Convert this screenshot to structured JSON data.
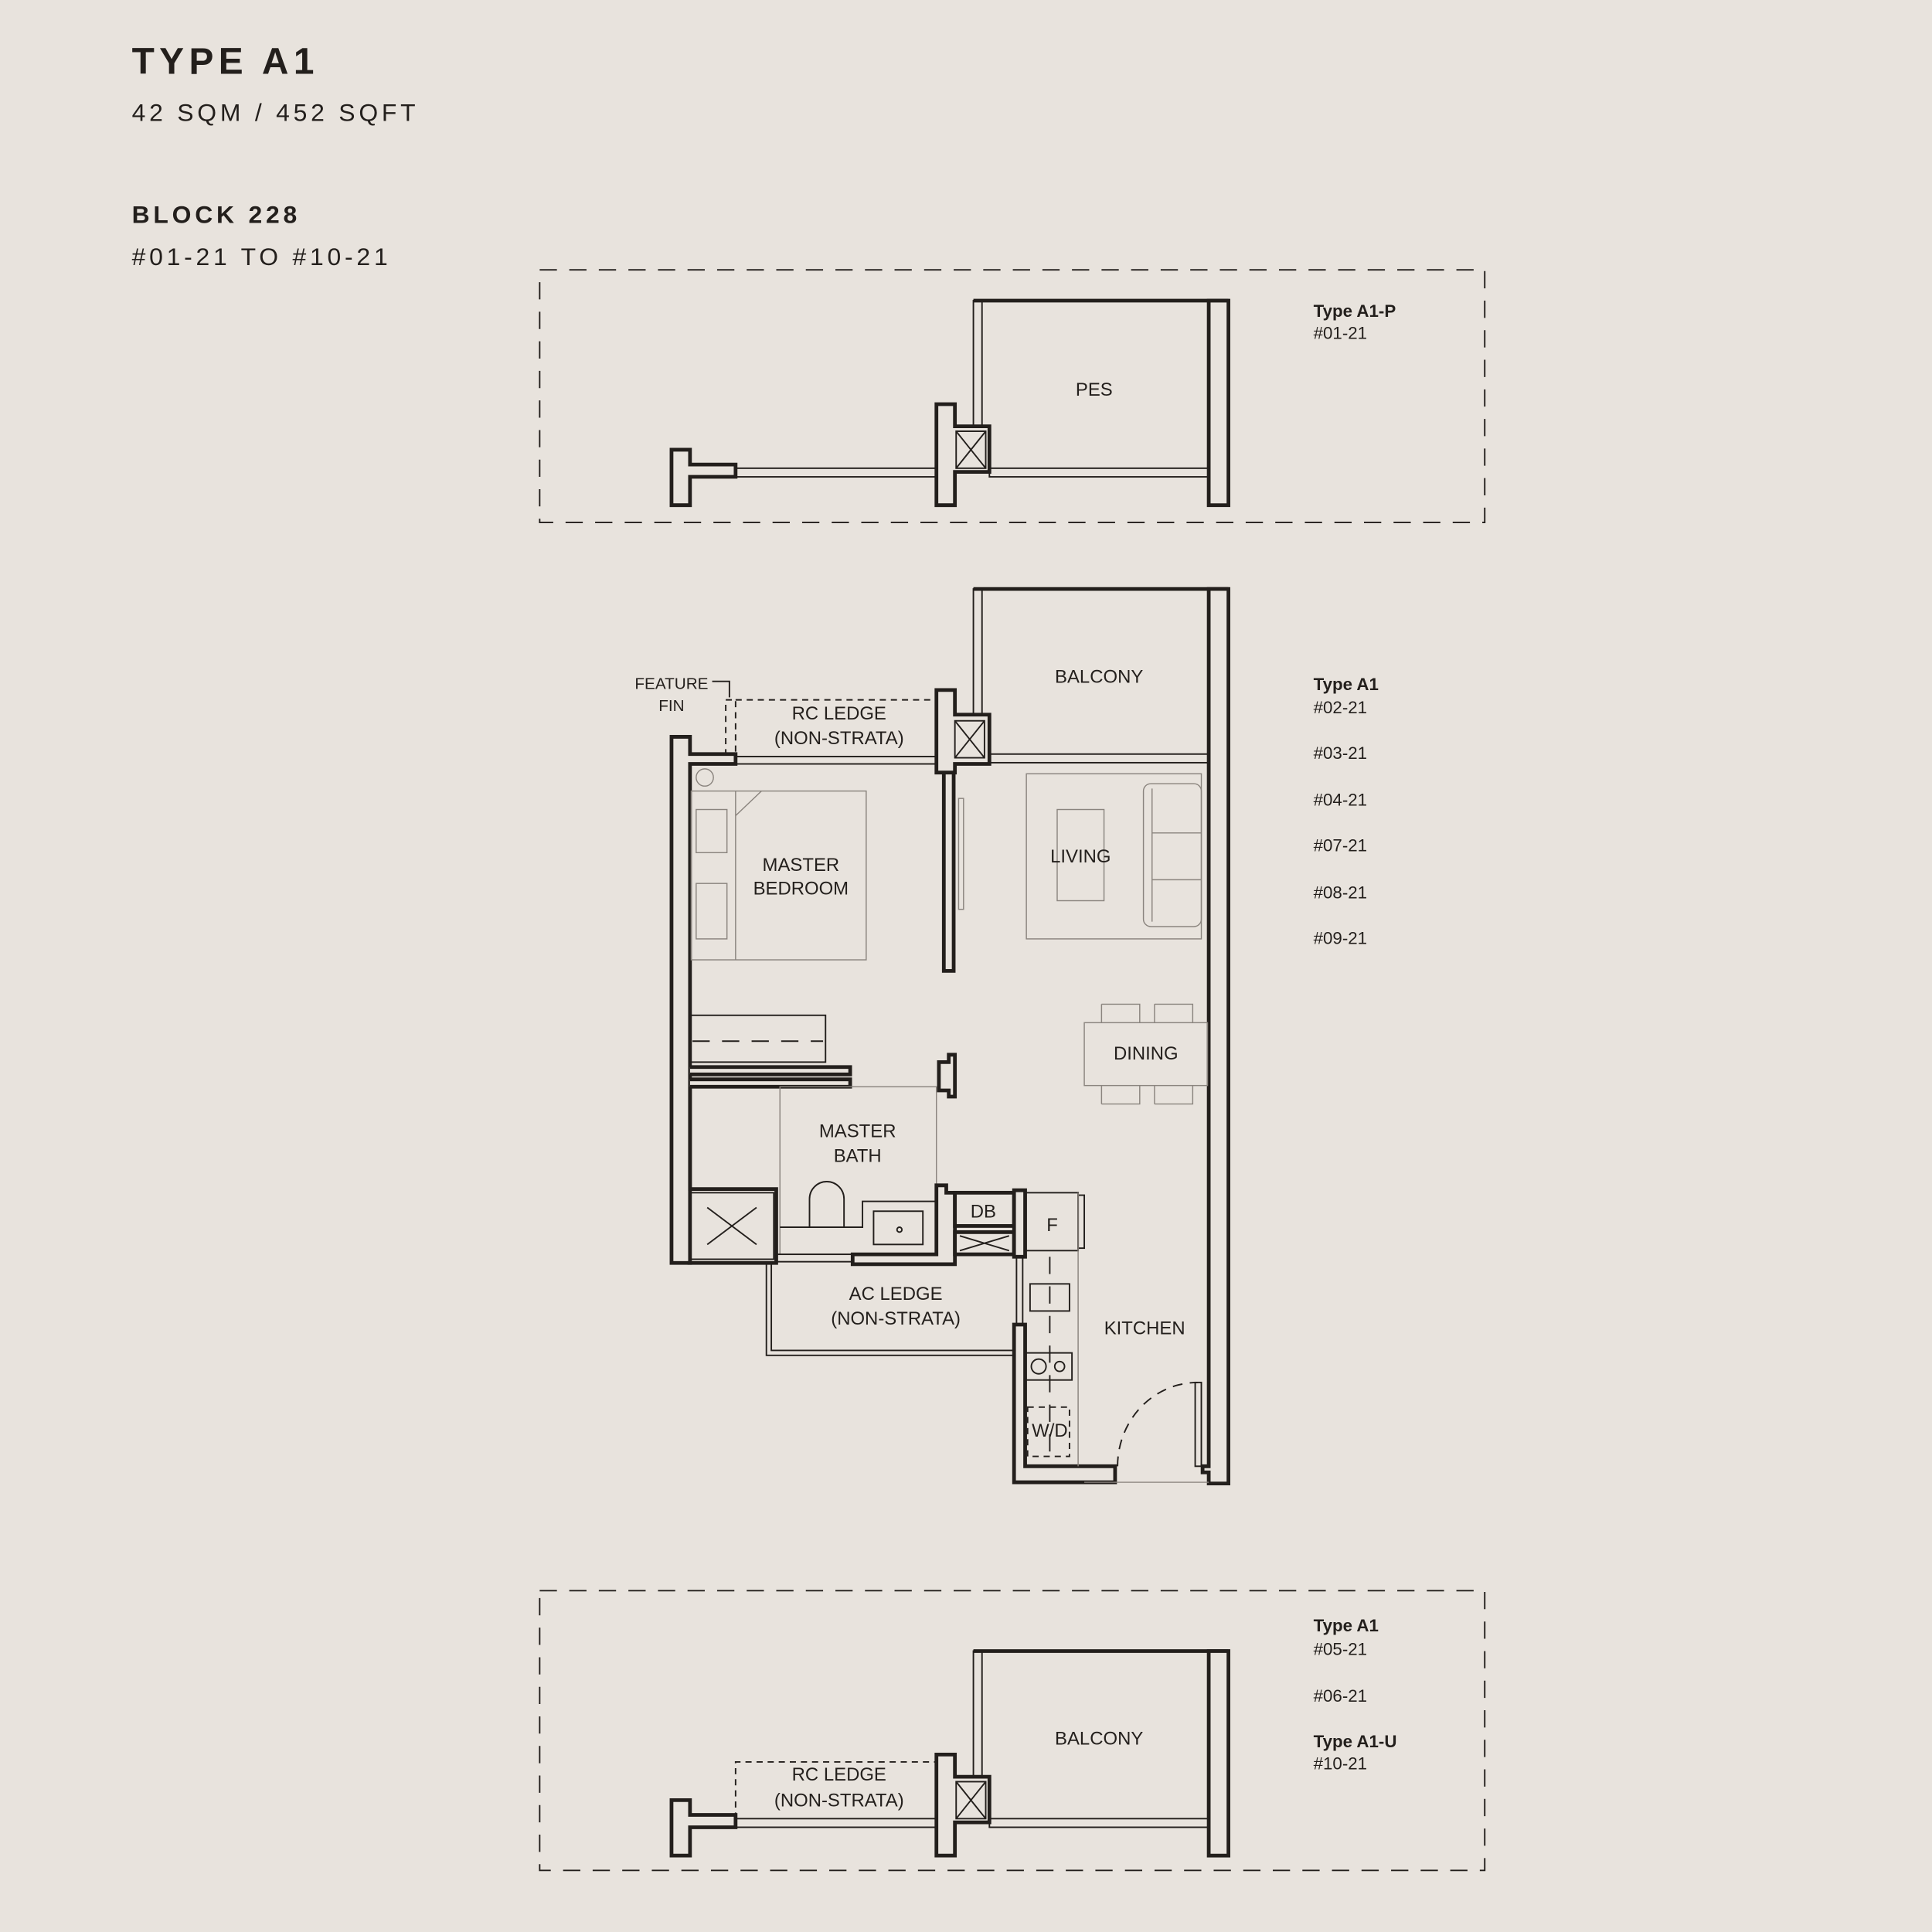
{
  "header": {
    "title": "TYPE A1",
    "area": "42 SQM / 452 SQFT",
    "block": "BLOCK 228",
    "units_range": "#01-21 TO #10-21"
  },
  "top_variant": {
    "room_labels": {
      "pes": "PES"
    },
    "type_label": "Type A1-P",
    "units": [
      "#01-21"
    ]
  },
  "main_plan": {
    "room_labels": {
      "balcony": "BALCONY",
      "feature_fin_1": "FEATURE",
      "feature_fin_2": "FIN",
      "rc_ledge_1": "RC LEDGE",
      "rc_ledge_2": "(NON-STRATA)",
      "master_bedroom_1": "MASTER",
      "master_bedroom_2": "BEDROOM",
      "living": "LIVING",
      "dining": "DINING",
      "master_bath_1": "MASTER",
      "master_bath_2": "BATH",
      "db": "DB",
      "fridge": "F",
      "ac_ledge_1": "AC LEDGE",
      "ac_ledge_2": "(NON-STRATA)",
      "kitchen": "KITCHEN",
      "washer_dryer": "W/D"
    },
    "type_label": "Type A1",
    "units": [
      "#02-21",
      "#03-21",
      "#04-21",
      "#07-21",
      "#08-21",
      "#09-21"
    ]
  },
  "bottom_variant": {
    "room_labels": {
      "balcony": "BALCONY",
      "rc_ledge_1": "RC LEDGE",
      "rc_ledge_2": "(NON-STRATA)"
    },
    "type_label_1": "Type A1",
    "units_1": [
      "#05-21",
      "#06-21"
    ],
    "type_label_2": "Type A1-U",
    "units_2": [
      "#10-21"
    ]
  },
  "colors": {
    "background": "#e8e3dd",
    "ink": "#231f1c"
  }
}
